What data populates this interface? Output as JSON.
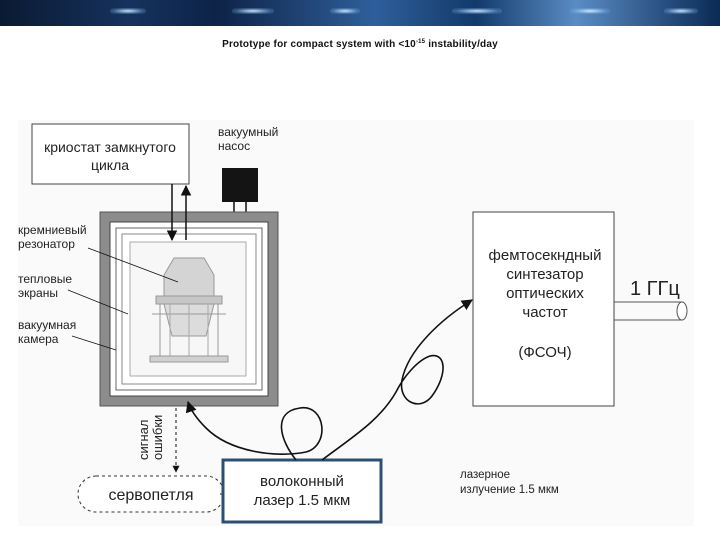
{
  "title": {
    "text_before": "Prototype for compact system with <10",
    "exponent": "-15",
    "text_after": " instability/day"
  },
  "diagram": {
    "cryostat": [
      "криостат замкнутого",
      "цикла"
    ],
    "vacuum_pump": [
      "вакуумный",
      "насос"
    ],
    "silicon_resonator": [
      "кремниевый",
      "резонатор"
    ],
    "thermal_screens": [
      "тепловые",
      "экраны"
    ],
    "vacuum_chamber": [
      "вакуумная",
      "камера"
    ],
    "error_signal": [
      "сигнал",
      "ошибки"
    ],
    "servo_loop": "сервопетля",
    "fiber_laser": [
      "волоконный",
      "лазер 1.5 мкм"
    ],
    "laser_emission": [
      "лазерное",
      "излучение 1.5 мкм"
    ],
    "comb": [
      "фемтосекндный",
      "синтезатор",
      "оптических",
      "частот",
      "(ФСОЧ)"
    ],
    "output_freq": "1 ГГц"
  },
  "colors": {
    "chamber_fill": "#8c8c8c",
    "laser_border": "#2e5070",
    "line": "#111111"
  }
}
